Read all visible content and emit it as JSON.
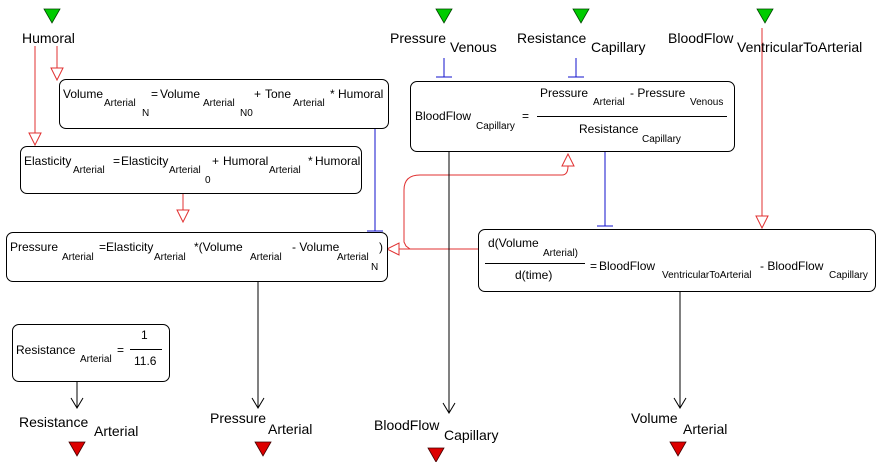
{
  "inputs": {
    "humoral": "Humoral",
    "pressure_venous": {
      "main": "Pressure",
      "sub": "Venous"
    },
    "resistance_capillary": {
      "main": "Resistance",
      "sub": "Capillary"
    },
    "bloodflow_v2a": {
      "main": "BloodFlow",
      "sub": "VentricularToArterial"
    }
  },
  "outputs": {
    "resistance_arterial": {
      "main": "Resistance",
      "sub": "Arterial"
    },
    "pressure_arterial": {
      "main": "Pressure",
      "sub": "Arterial"
    },
    "bloodflow_capillary": {
      "main": "BloodFlow",
      "sub": "Capillary"
    },
    "volume_arterial": {
      "main": "Volume",
      "sub": "Arterial"
    }
  },
  "eq_volume_n": {
    "lhs": "Volume",
    "lhs_sub": "Arterial",
    "lhs_sub2": "N",
    "eq": "=",
    "t1": "Volume",
    "t1_sub": "Arterial",
    "t1_sub2": "N0",
    "plus": "+",
    "t2": "Tone",
    "t2_sub": "Arterial",
    "times": "*",
    "t3": "Humoral"
  },
  "eq_elasticity": {
    "lhs": "Elasticity",
    "lhs_sub": "Arterial",
    "eq": "=",
    "t1": "Elasticity",
    "t1_sub": "Arterial",
    "t1_sub2": "0",
    "plus": "+",
    "t2": "Humoral",
    "t2_sub": "Arterial",
    "times": "*",
    "t3": "Humoral"
  },
  "eq_pressure": {
    "lhs": "Pressure",
    "lhs_sub": "Arterial",
    "eq": "=",
    "t1": "Elasticity",
    "t1_sub": "Arterial",
    "open": "*(Volume",
    "t2_sub": "Arterial",
    "minus": "- Volume",
    "t3_sub": "Arterial",
    "t3_sub2": "N",
    "close": ")"
  },
  "eq_bloodflow": {
    "lhs": "BloodFlow",
    "lhs_sub": "Capillary",
    "eq": "=",
    "num1": "Pressure",
    "num1_sub": "Arterial",
    "minus": "- Pressure",
    "num2_sub": "Venous",
    "den": "Resistance",
    "den_sub": "Capillary"
  },
  "eq_dvdt": {
    "num": "d(Volume",
    "num_sub": "Arterial)",
    "den": "d(time)",
    "eq": "=",
    "t1": "BloodFlow",
    "t1_sub": "VentricularToArterial",
    "minus": "- BloodFlow",
    "t2_sub": "Capillary"
  },
  "eq_resistance": {
    "lhs": "Resistance",
    "lhs_sub": "Arterial",
    "eq": "=",
    "num": "1",
    "den": "11.6"
  },
  "colors": {
    "input_marker": "#00cc00",
    "output_marker": "#dd0000",
    "humoral_link": "#e03030",
    "resistance_link": "#1010cc",
    "flow_link": "#000000"
  }
}
